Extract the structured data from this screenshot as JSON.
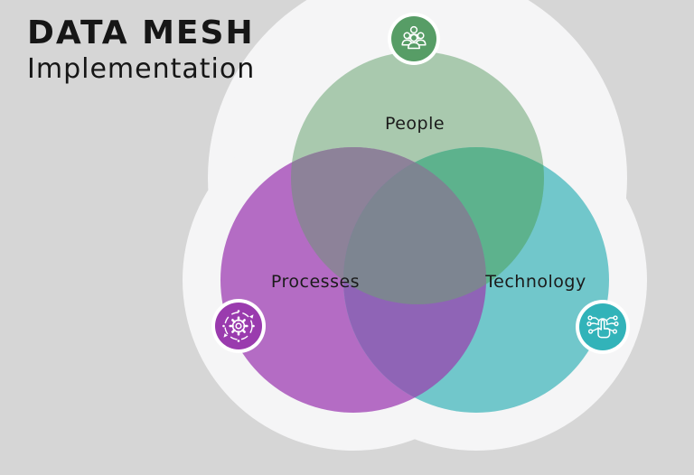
{
  "title": {
    "line1": "DATA MESH",
    "line2": "Implementation"
  },
  "diagram": {
    "type": "venn",
    "background_color": "#d6d6d6",
    "halo_color": "#f5f5f6",
    "label_color": "#1b1b1b",
    "sets": [
      {
        "id": "people",
        "label": "People",
        "fill": "#a9c9ae",
        "badge_color": "#579d66",
        "icon": "people-group-icon"
      },
      {
        "id": "processes",
        "label": "Processes",
        "fill": "#b46cc4",
        "badge_color": "#9a3bae",
        "icon": "gear-process-icon"
      },
      {
        "id": "technology",
        "label": "Technology",
        "fill": "#71c7cb",
        "badge_color": "#32b3b9",
        "icon": "network-touch-icon"
      }
    ],
    "overlaps": {
      "people_processes": "#8d8299",
      "people_technology": "#5db28d",
      "processes_technology": "#8f64b6",
      "center": "#7d8591"
    }
  }
}
